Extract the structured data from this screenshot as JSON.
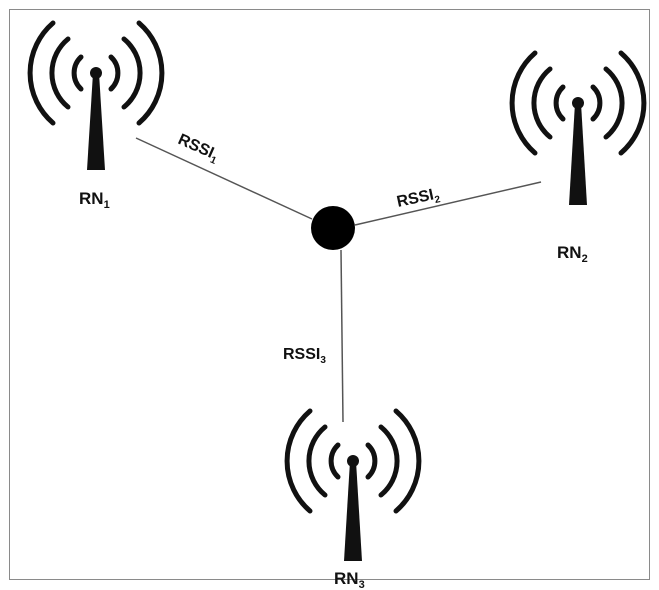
{
  "nodes": [
    {
      "id": "rn1",
      "label": "RN",
      "subscript": "1"
    },
    {
      "id": "rn2",
      "label": "RN",
      "subscript": "2"
    },
    {
      "id": "rn3",
      "label": "RN",
      "subscript": "3"
    }
  ],
  "links": [
    {
      "from": "rn1",
      "label": "RSSI",
      "subscript": "1"
    },
    {
      "from": "rn2",
      "label": "RSSI",
      "subscript": "2"
    },
    {
      "from": "rn3",
      "label": "RSSI",
      "subscript": "3"
    }
  ],
  "colors": {
    "ink": "#111111",
    "line": "#555555",
    "frame": "#8a8a8a",
    "background": "#ffffff"
  }
}
